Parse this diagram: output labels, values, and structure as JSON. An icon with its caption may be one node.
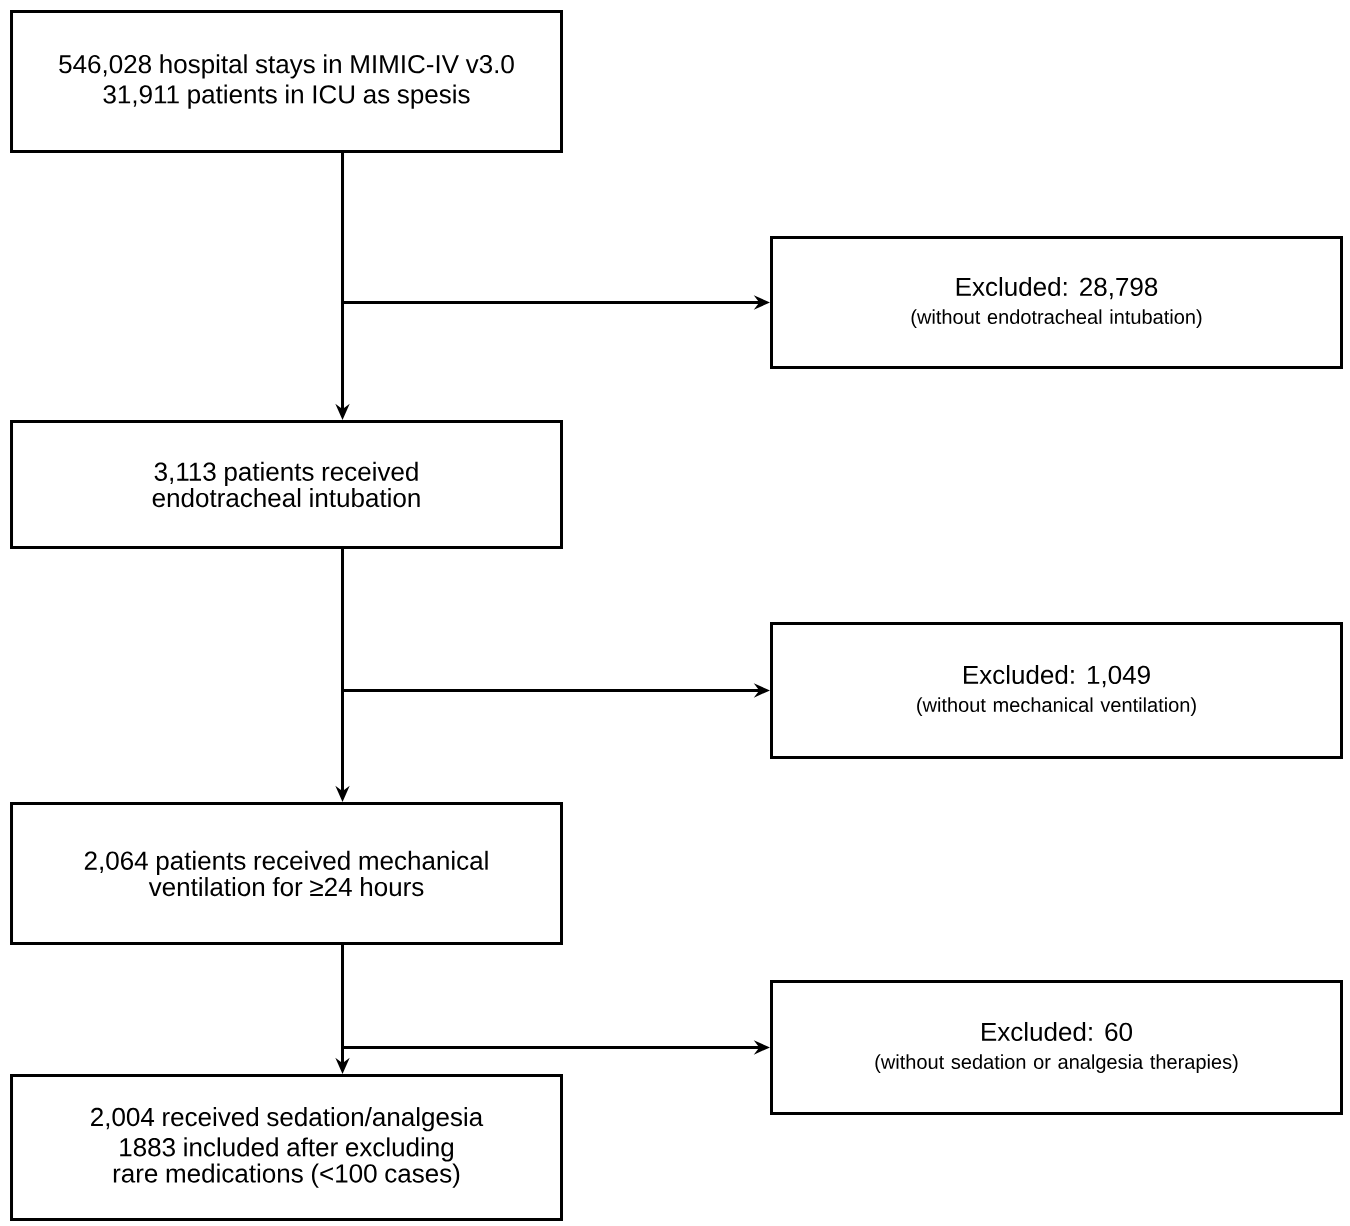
{
  "diagram": {
    "nodes": [
      {
        "text": [
          "546,028 hospital stays in MIMIC-IV v3.0",
          "31,911 patients in ICU as spesis"
        ]
      },
      {
        "text": [
          "Excluded: 28,798",
          "(without endotracheal intubation)"
        ]
      },
      {
        "text": [
          "3,113 patients received endotracheal intubation"
        ]
      },
      {
        "text": [
          "Excluded: 1,049",
          "(without mechanical ventilation)"
        ]
      },
      {
        "text": [
          "2,064 patients received mechanical ventilation for ≥24 hours"
        ]
      },
      {
        "text": [
          "Excluded: 60",
          "(without sedation or analgesia therapies)"
        ]
      },
      {
        "text": [
          "2,004 received sedation/analgesia",
          "1883 included after excluding rare medications (<100 cases)"
        ]
      }
    ],
    "edges": [
      {
        "from": 0,
        "to": 2,
        "arrow": "to"
      },
      {
        "from": 0,
        "to": 1,
        "arrow": "to"
      },
      {
        "from": 2,
        "to": 4,
        "arrow": "to"
      },
      {
        "from": 2,
        "to": 3,
        "arrow": "to"
      },
      {
        "from": 4,
        "to": 6,
        "arrow": "to"
      },
      {
        "from": 4,
        "to": 5,
        "arrow": "to"
      }
    ]
  }
}
